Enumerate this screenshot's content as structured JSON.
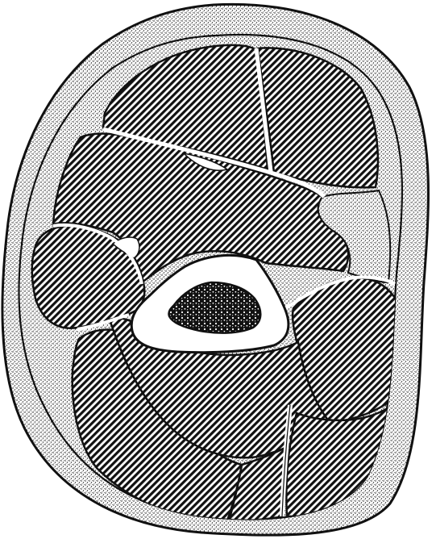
{
  "figure": {
    "kind": "anatomical cross-section line illustration",
    "text_labels": [],
    "colors": {
      "background": "#ffffff",
      "ink": "#111111",
      "stipple": "#2a2a2a",
      "fascia": "#ffffff"
    },
    "regions": [
      "skin-layer",
      "muscle-top-left",
      "muscle-top-right",
      "muscle-upper-middle",
      "muscle-left",
      "muscle-right-middle",
      "muscle-lower-left",
      "muscle-lower-middle",
      "muscle-lower-right",
      "muscle-bottom-center",
      "bone-cortex",
      "bone-marrow"
    ]
  }
}
